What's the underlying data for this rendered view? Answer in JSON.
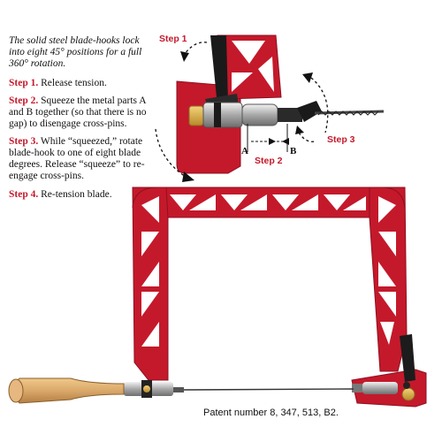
{
  "intro": "The solid steel blade-hooks lock into eight 45° positions for a full 360° rotation.",
  "steps": [
    {
      "label": "Step 1.",
      "text": "Release tension."
    },
    {
      "label": "Step 2.",
      "text": "Squeeze the metal parts A and B together (so that there is no gap) to disengage cross-pins."
    },
    {
      "label": "Step 3.",
      "text": "While “squeezed,” rotate blade-hook to one of eight blade degrees. Release “squeeze” to re-engage cross-pins."
    },
    {
      "label": "Step 4.",
      "text": "Re-tension blade."
    }
  ],
  "callouts": {
    "step1": "Step 1",
    "step2": "Step 2",
    "step3": "Step 3",
    "part_a": "A",
    "part_b": "B"
  },
  "patent": "Patent number 8, 347, 513, B2.",
  "colors": {
    "frame_red": "#c4192b",
    "frame_dark": "#8e1020",
    "handle_wood": "#d9a86a",
    "steel": "#b8b8b8",
    "text_red": "#c4192b"
  }
}
